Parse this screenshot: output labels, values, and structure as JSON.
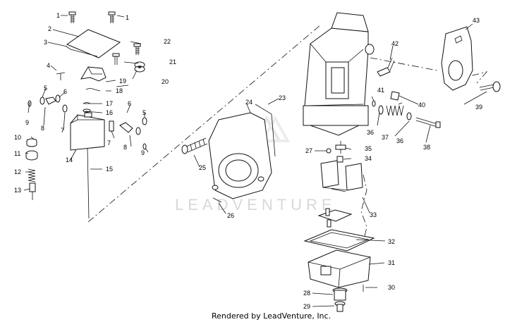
{
  "diagram": {
    "watermark": "LEADVENTURE",
    "footer": "Rendered by LeadVenture, Inc.",
    "callouts": [
      "1",
      "1",
      "2",
      "3",
      "4",
      "5",
      "6",
      "7",
      "8",
      "9",
      "10",
      "11",
      "12",
      "13",
      "14",
      "15",
      "16",
      "17",
      "18",
      "19",
      "20",
      "21",
      "22",
      "5",
      "6",
      "7",
      "8",
      "9",
      "23",
      "24",
      "25",
      "26",
      "27",
      "28",
      "29",
      "30",
      "31",
      "32",
      "33",
      "34",
      "35",
      "36",
      "36",
      "37",
      "38",
      "39",
      "40",
      "41",
      "42",
      "43"
    ]
  }
}
